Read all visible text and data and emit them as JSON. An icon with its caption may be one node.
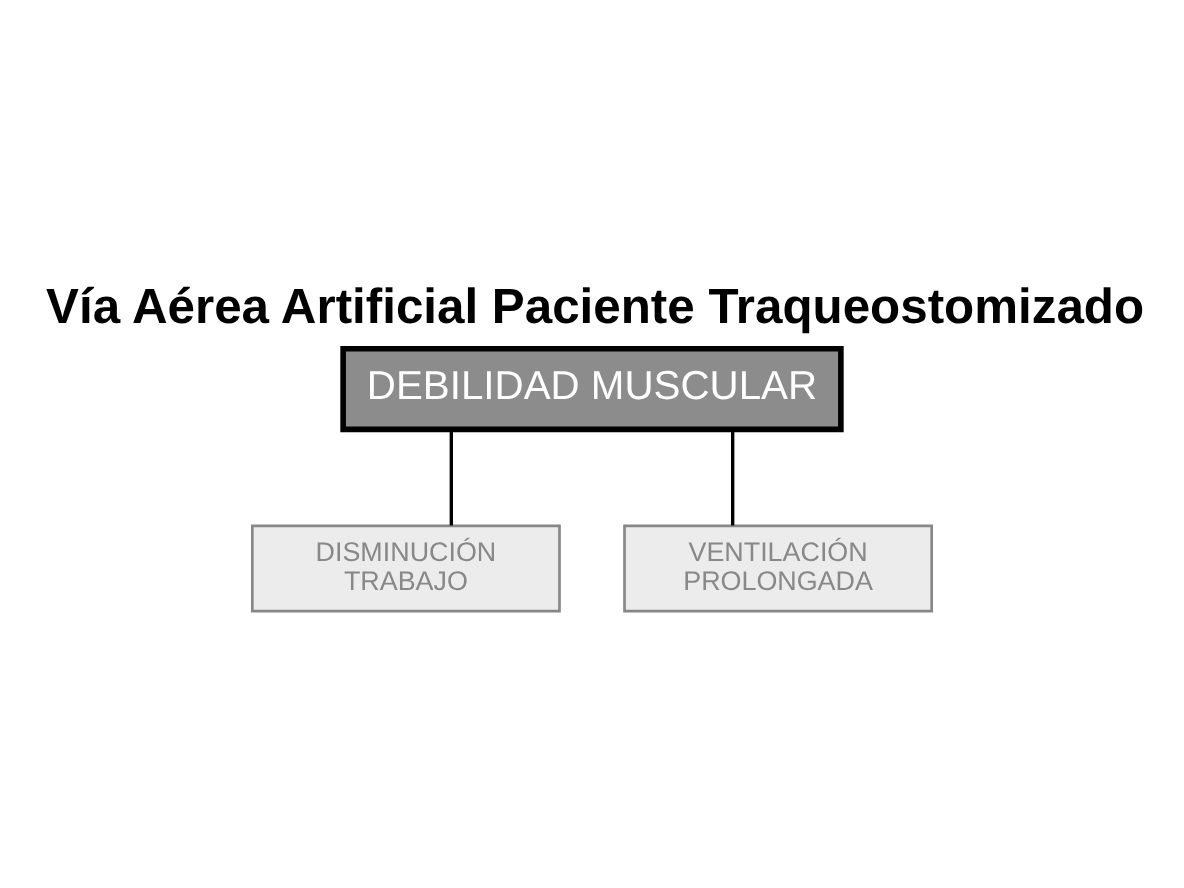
{
  "diagram": {
    "title": "Vía Aérea Artificial Paciente Traqueostomizado",
    "nodes": [
      {
        "text": [
          "DEBILIDAD MUSCULAR"
        ]
      },
      {
        "text": [
          "DISMINUCIÓN TRABAJO"
        ]
      },
      {
        "text": [
          "VENTILACIÓN PROLONGADA"
        ]
      }
    ],
    "edges": [
      {
        "from": 0,
        "to": 1,
        "arrow": "none"
      },
      {
        "from": 0,
        "to": 2,
        "arrow": "none"
      }
    ]
  }
}
